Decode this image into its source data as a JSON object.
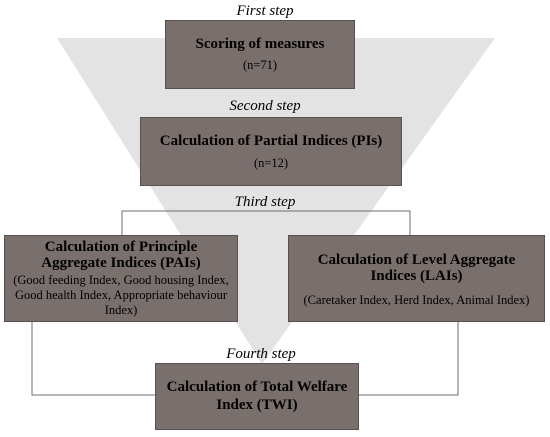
{
  "steps": {
    "first": "First step",
    "second": "Second step",
    "third": "Third step",
    "fourth": "Fourth step"
  },
  "boxes": {
    "scoring": {
      "title": "Scoring of measures",
      "sub": "(n=71)"
    },
    "partial": {
      "title": "Calculation of Partial Indices (PIs)",
      "sub": "(n=12)"
    },
    "principle": {
      "title_line1": "Calculation of Principle",
      "title_line2": "Aggregate Indices (PAIs)",
      "detail_line1": "(Good feeding Index, Good housing Index,",
      "detail_line2": "Good health Index, Appropriate behaviour",
      "detail_line3": "Index)"
    },
    "level": {
      "title_line1": "Calculation of Level Aggregate",
      "title_line2": "Indices (LAIs)",
      "detail": "(Caretaker Index, Herd Index, Animal Index)"
    },
    "total": {
      "title_line1": "Calculation of Total Welfare",
      "title_line2": "Index (TWI)"
    }
  },
  "colors": {
    "funnel": "#e3e3e3",
    "box_fill": "#796f6c",
    "box_border": "#5a504e",
    "line": "#6e6e6e"
  }
}
